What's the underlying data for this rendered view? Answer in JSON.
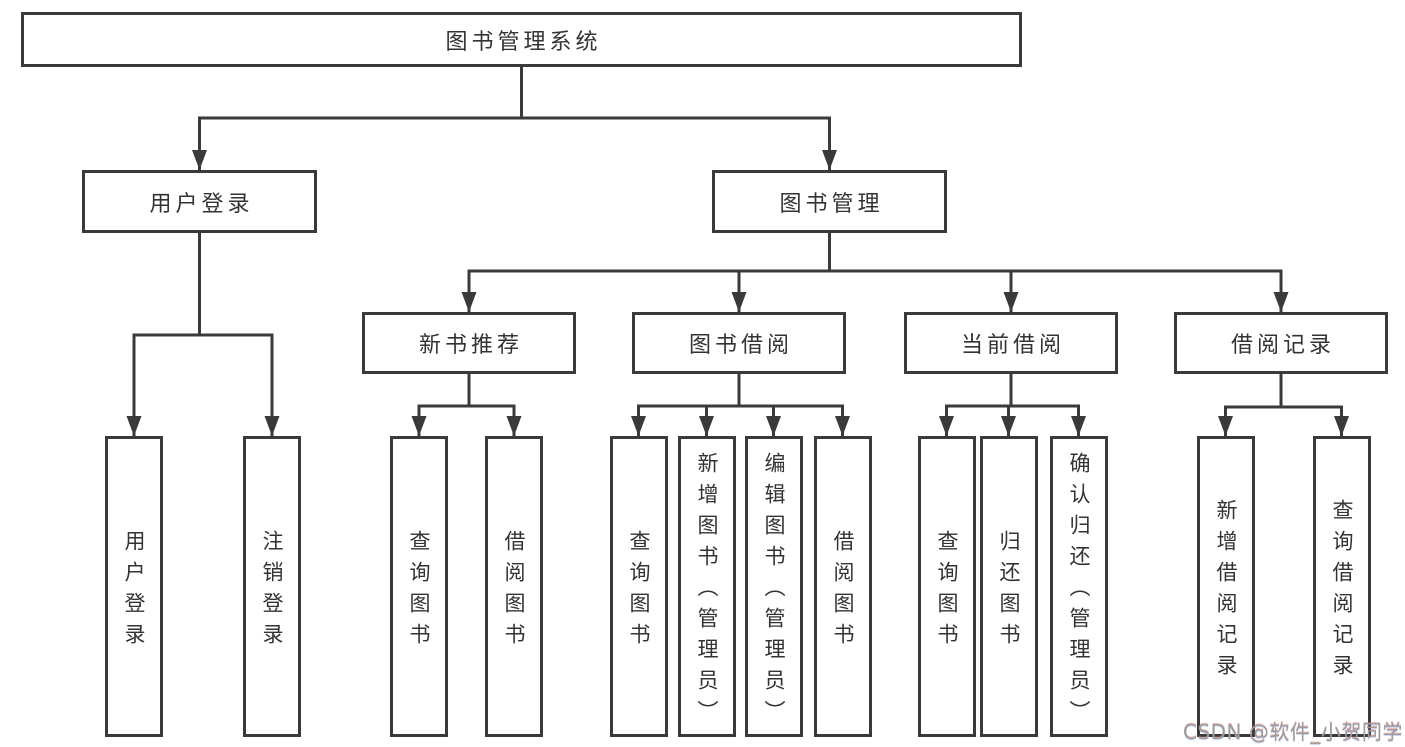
{
  "colors": {
    "background": "#ffffff",
    "line": "#3a3a3a",
    "box_border": "#3a3a3a",
    "text": "#333333",
    "watermark_text": "#9c9c9c"
  },
  "diagram": {
    "title": "图书管理系统",
    "level2": [
      {
        "label": "用户登录",
        "parent": "图书管理系统"
      },
      {
        "label": "图书管理",
        "parent": "图书管理系统"
      }
    ],
    "level3": [
      {
        "label": "新书推荐",
        "parent": "图书管理"
      },
      {
        "label": "图书借阅",
        "parent": "图书管理"
      },
      {
        "label": "当前借阅",
        "parent": "图书管理"
      },
      {
        "label": "借阅记录",
        "parent": "图书管理"
      }
    ],
    "leaves": [
      {
        "label": "用户登录",
        "parent": "用户登录"
      },
      {
        "label": "注销登录",
        "parent": "用户登录"
      },
      {
        "label": "查询图书",
        "parent": "新书推荐"
      },
      {
        "label": "借阅图书",
        "parent": "新书推荐"
      },
      {
        "label": "查询图书",
        "parent": "图书借阅"
      },
      {
        "label": "新增图书（管理员）",
        "parent": "图书借阅"
      },
      {
        "label": "编辑图书（管理员）",
        "parent": "图书借阅"
      },
      {
        "label": "借阅图书",
        "parent": "图书借阅"
      },
      {
        "label": "查询图书",
        "parent": "当前借阅"
      },
      {
        "label": "归还图书",
        "parent": "当前借阅"
      },
      {
        "label": "确认归还（管理员）",
        "parent": "当前借阅"
      },
      {
        "label": "新增借阅记录",
        "parent": "借阅记录"
      },
      {
        "label": "查询借阅记录",
        "parent": "借阅记录"
      }
    ]
  },
  "watermark": {
    "text": "CSDN @软件_小贺同学"
  }
}
